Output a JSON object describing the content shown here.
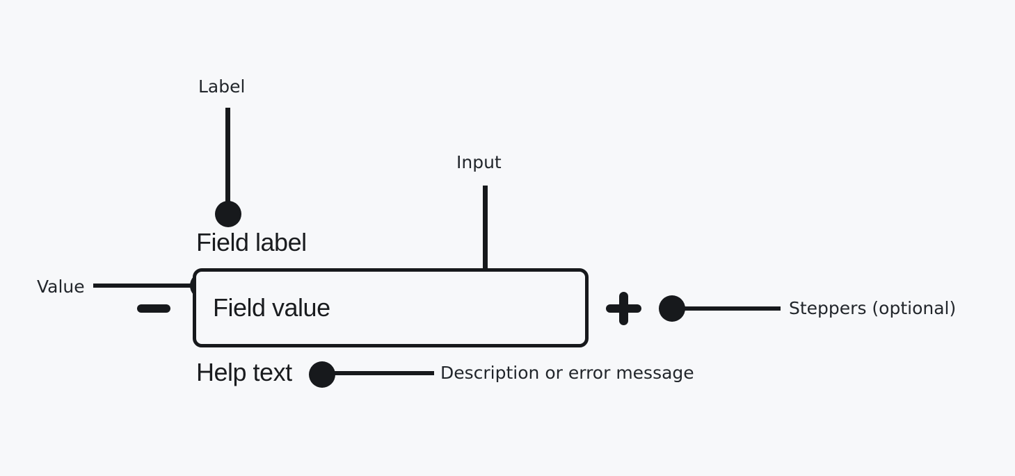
{
  "colors": {
    "background": "#f7f8fa",
    "ink": "#17191c",
    "component_text": "#1a1c1f",
    "annotation_text": "#22262b"
  },
  "component": {
    "field_label": "Field label",
    "field_value": "Field value",
    "help_text": "Help text",
    "decrement_icon": "minus-icon",
    "increment_icon": "plus-icon"
  },
  "annotations": {
    "label": "Label",
    "input": "Input",
    "value": "Value",
    "steppers": "Steppers (optional)",
    "help": "Description or error message"
  }
}
